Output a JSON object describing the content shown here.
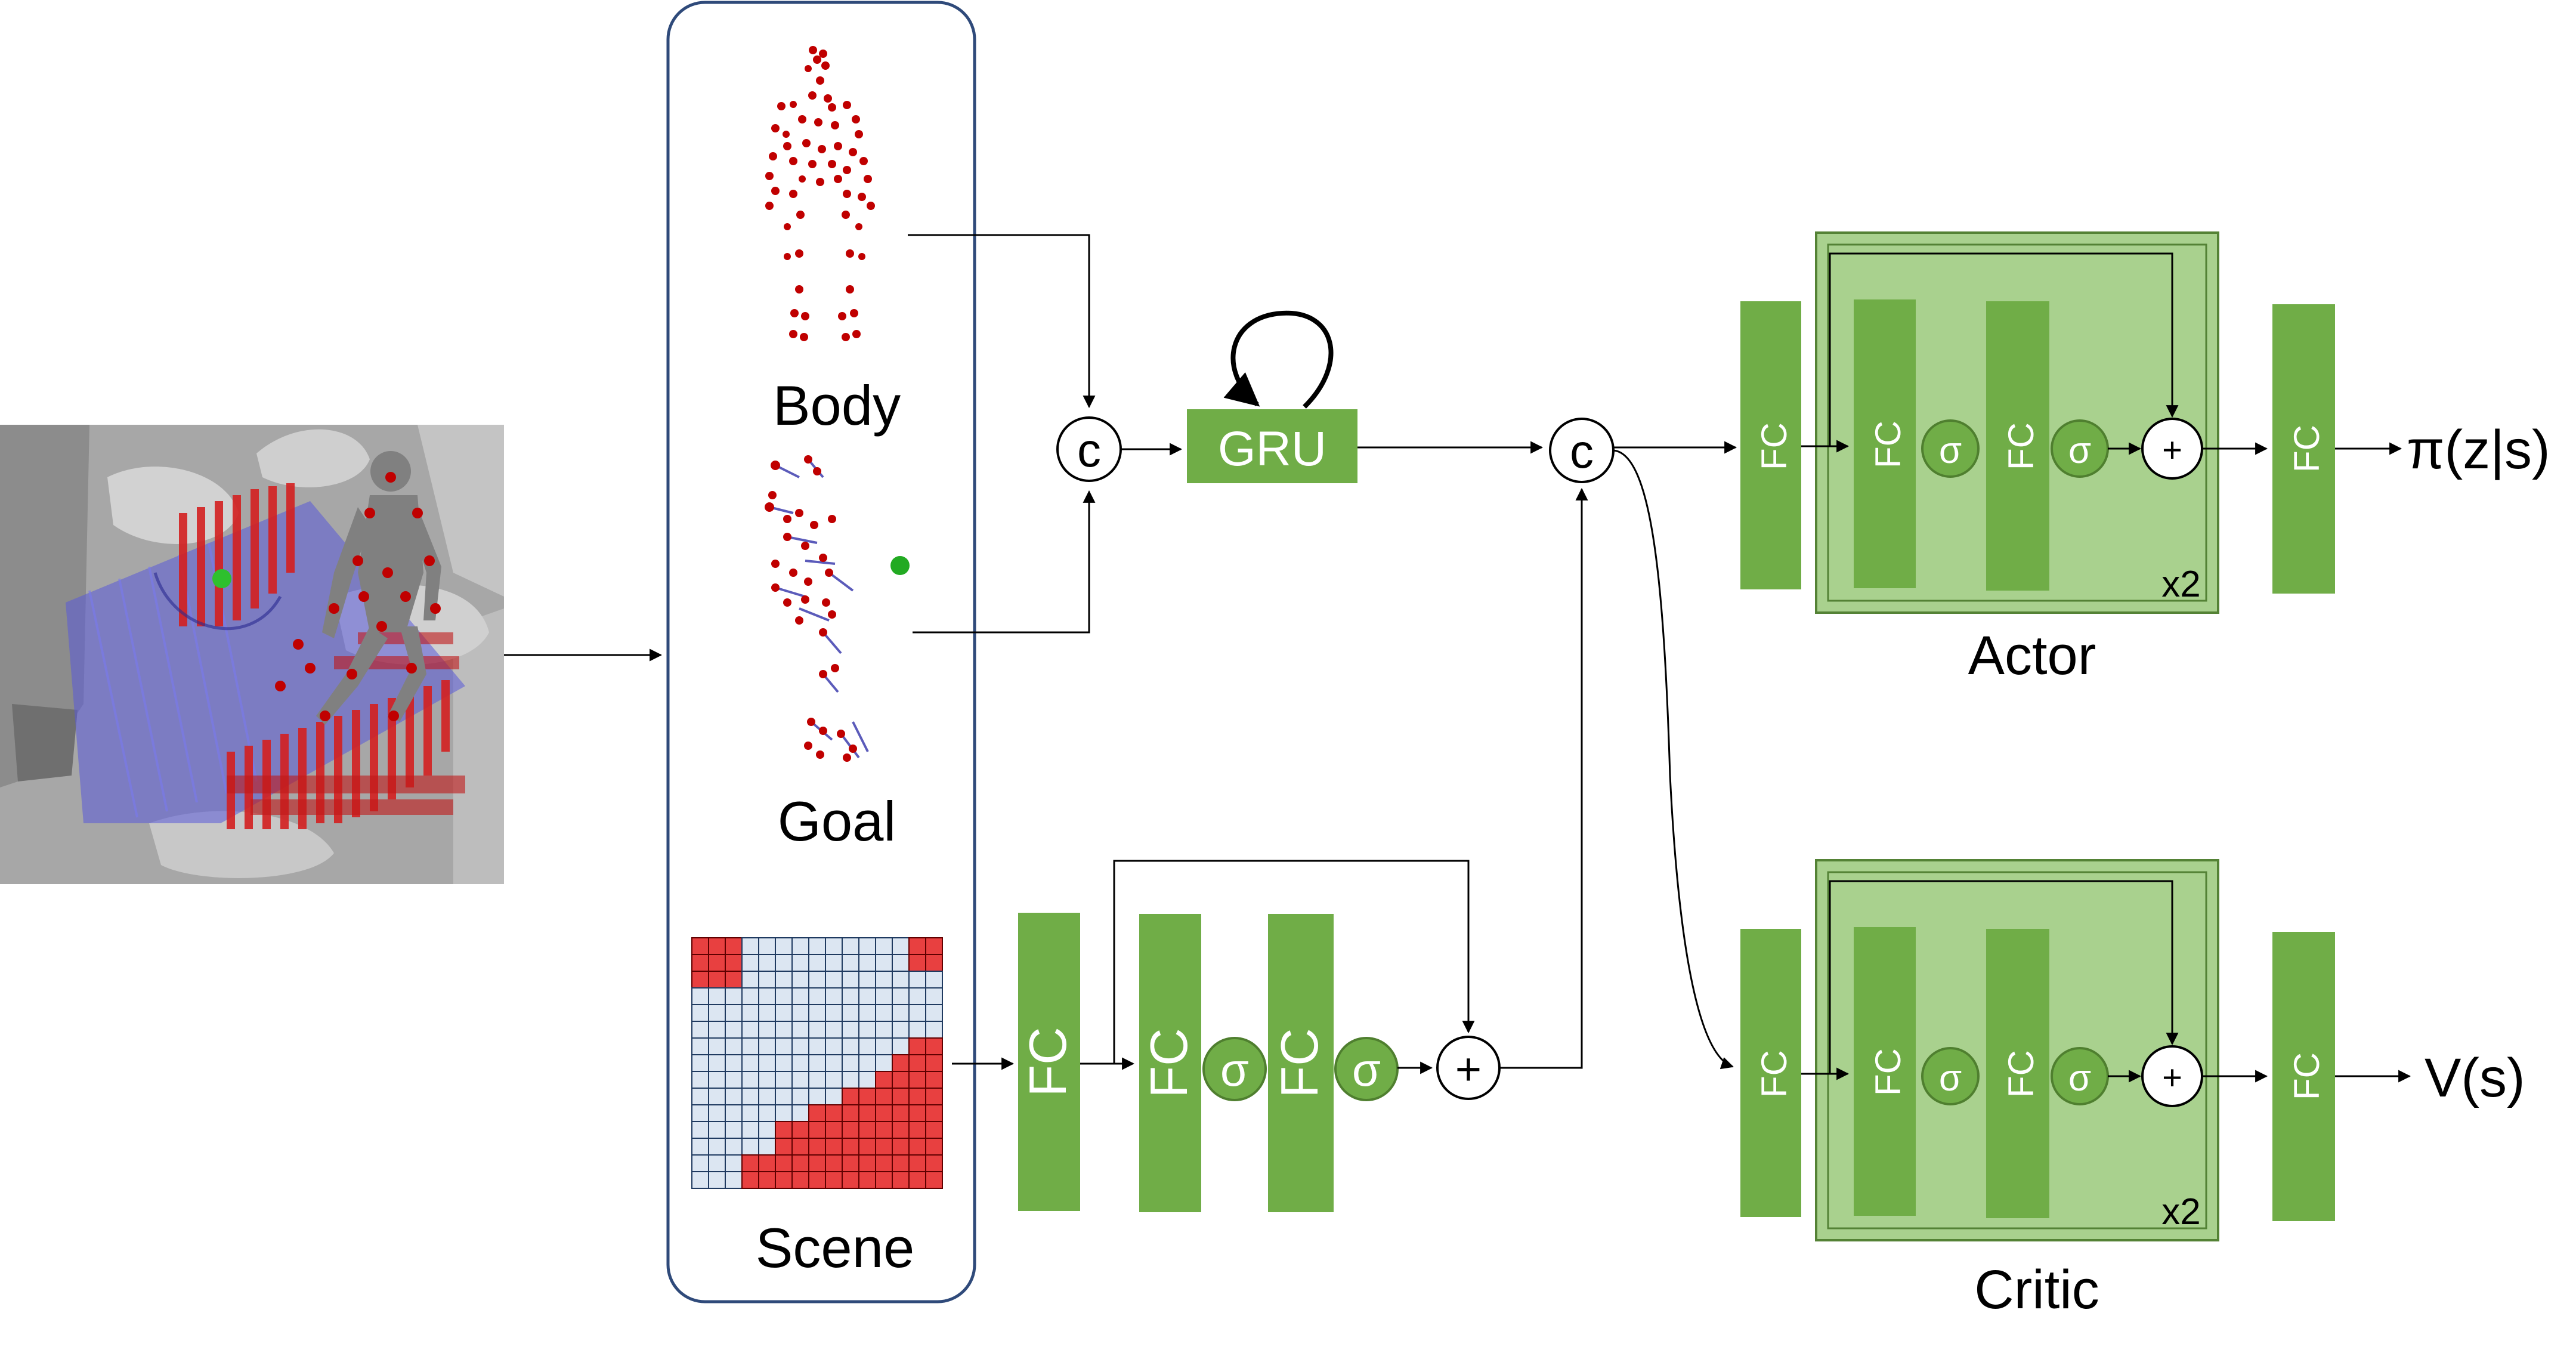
{
  "inputs": {
    "body_label": "Body",
    "goal_label": "Goal",
    "scene_label": "Scene"
  },
  "blocks": {
    "fc_label": "FC",
    "sigma_label": "σ",
    "gru_label": "GRU",
    "concat_label": "c",
    "add_label": "+",
    "repeat_label": "x2"
  },
  "heads": {
    "actor_label": "Actor",
    "critic_label": "Critic",
    "policy_output": "π(z|s)",
    "value_output": "V(s)"
  },
  "colors": {
    "green": "#70AD47",
    "light_green": "#A9D18E",
    "panel_border": "#2F4A7A",
    "joint_red": "#C00000",
    "grid_red": "#E84040",
    "grid_cell": "#DCE6F2",
    "goal_green": "#22AA22"
  }
}
